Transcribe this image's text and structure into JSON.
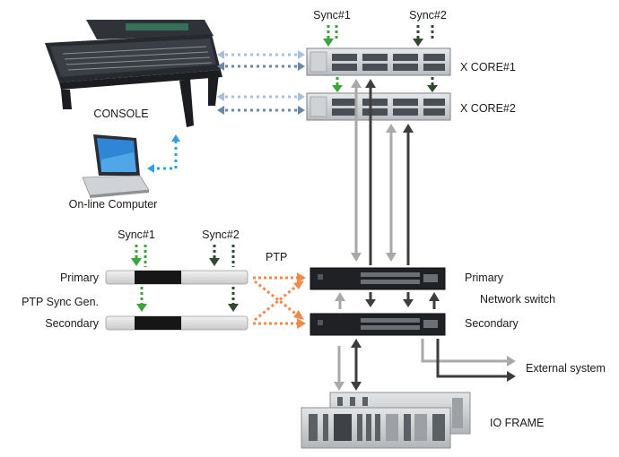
{
  "labels": {
    "console": "CONSOLE",
    "online_computer": "On-line Computer",
    "xcore1": "X CORE#1",
    "xcore2": "X CORE#2",
    "sync1_top": "Sync#1",
    "sync2_top": "Sync#2",
    "sync1_ptp": "Sync#1",
    "sync2_ptp": "Sync#2",
    "ptp": "PTP",
    "ptp_primary": "Primary",
    "ptp_sync_gen": "PTP Sync Gen.",
    "ptp_secondary": "Secondary",
    "switch_primary": "Primary",
    "network_switch": "Network switch",
    "switch_secondary": "Secondary",
    "external_system": "External system",
    "io_frame": "IO FRAME"
  },
  "colors": {
    "sync1": "#3aa53a",
    "sync2": "#2f4a2f",
    "ptp_orange": "#f08a4b",
    "link_light_blue": "#a8c0dc",
    "link_dark_blue": "#6a86a8",
    "link_usb_blue": "#2f9fe0",
    "network_light": "#a9a9a9",
    "network_dark": "#3d3d3d"
  }
}
